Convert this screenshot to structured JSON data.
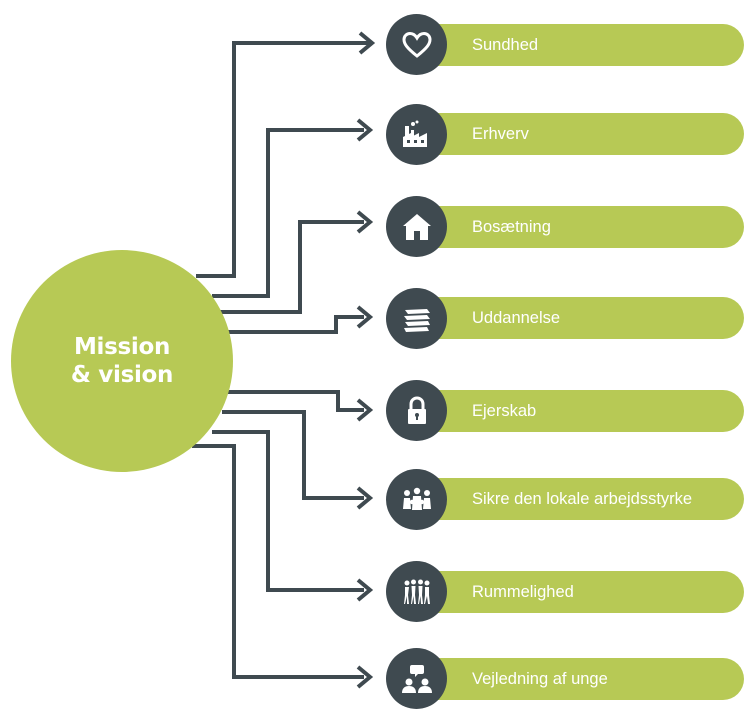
{
  "center": {
    "line1": "Mission",
    "line2": "& vision"
  },
  "items": [
    {
      "label": "Sundhed",
      "icon": "heart-icon"
    },
    {
      "label": "Erhverv",
      "icon": "factory-icon"
    },
    {
      "label": "Bosætning",
      "icon": "house-icon"
    },
    {
      "label": "Uddannelse",
      "icon": "books-icon"
    },
    {
      "label": "Ejerskab",
      "icon": "padlock-icon"
    },
    {
      "label": "Sikre den lokale arbejdsstyrke",
      "icon": "workers-group-icon"
    },
    {
      "label": "Rummelighed",
      "icon": "diverse-people-icon"
    },
    {
      "label": "Vejledning af unge",
      "icon": "mentoring-icon"
    }
  ],
  "colors": {
    "green": "#b7c955",
    "dark": "#3f4a50",
    "arrow": "#3f4a50"
  }
}
